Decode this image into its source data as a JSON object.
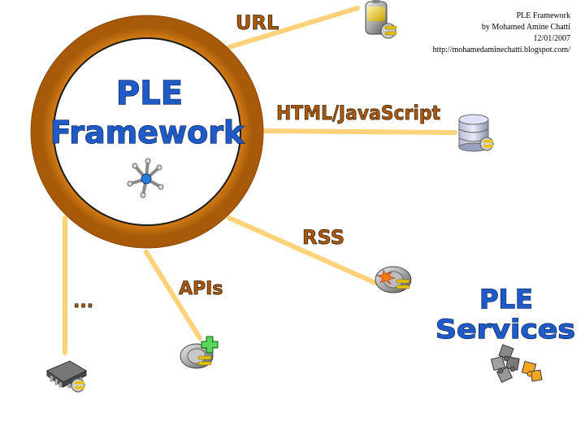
{
  "credits": {
    "title": "PLE Framework",
    "author": "by Mohamed Amine Chatti",
    "date": "12/01/2007",
    "url": "http://mohamedaminechatti.blogspot.com/"
  },
  "framework": {
    "line1": "PLE",
    "line2": "Framework",
    "icon": "atom-network-icon"
  },
  "connections": [
    {
      "label": "URL",
      "icon": "battery-plug-icon"
    },
    {
      "label": "HTML/JavaScript",
      "icon": "database-plug-icon"
    },
    {
      "label": "RSS",
      "icon": "feed-plug-icon"
    },
    {
      "label": "APIs",
      "icon": "plugin-add-icon"
    },
    {
      "label": "...",
      "icon": "chip-plug-icon"
    }
  ],
  "services": {
    "line1": "PLE",
    "line2": "Services",
    "icon": "puzzle-pieces-icon"
  },
  "colors": {
    "ring": "#C8700E",
    "line": "#FDD27A",
    "title_blue": "#1E5BC6",
    "label_brown": "#A85A10",
    "shadow": "#4a2a08"
  }
}
